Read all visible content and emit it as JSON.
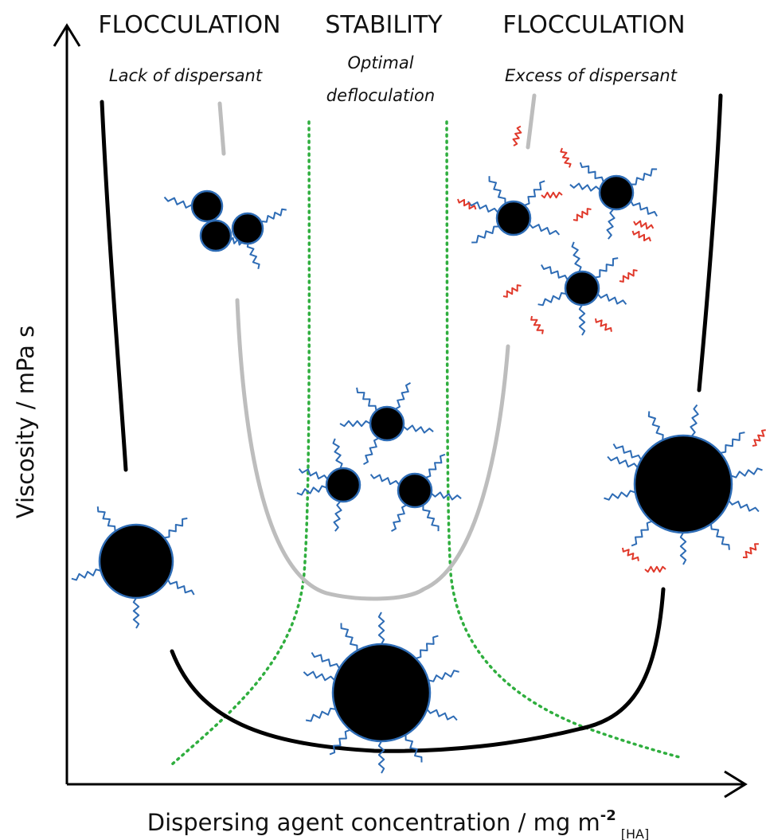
{
  "regions": {
    "left": {
      "heading": "FLOCCULATION",
      "subtitle": "Lack of dispersant"
    },
    "middle": {
      "heading": "STABILITY",
      "subtitle_line1": "Optimal",
      "subtitle_line2": "defloculation"
    },
    "right": {
      "heading": "FLOCCULATION",
      "subtitle": "Excess of dispersant"
    }
  },
  "axes": {
    "y_label": "Viscosity  / mPa s",
    "x_label_main": "Dispersing agent concentration / mg m",
    "x_label_sup": "-2",
    "x_label_sub": "[HA]"
  },
  "colors": {
    "curve_large": "#000000",
    "curve_small": "#bdbdbd",
    "boundary": "#2fae3e",
    "particle": "#000000",
    "particle_outline": "#2e6cb5",
    "adsorbed_chain": "#2e6cb5",
    "free_chain": "#e0392b"
  },
  "icons": [
    "particle-with-chains",
    "free-dispersant-chain"
  ]
}
